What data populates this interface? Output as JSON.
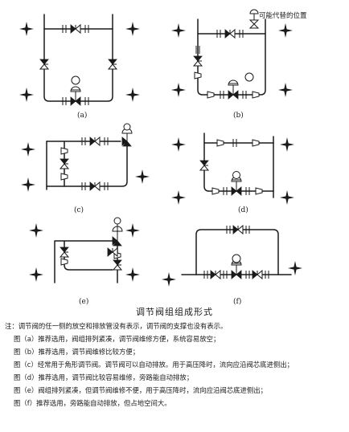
{
  "panels": [
    {
      "id": "a",
      "label": "(a)"
    },
    {
      "id": "b",
      "label": "(b)"
    },
    {
      "id": "c",
      "label": "(c)"
    },
    {
      "id": "d",
      "label": "(d)"
    },
    {
      "id": "e",
      "label": "(e)"
    },
    {
      "id": "f",
      "label": "(f)"
    }
  ],
  "annotation_b": "可能代替的位置",
  "figure_title": "调节阀组组成形式",
  "notes": {
    "intro": "注：调节阀的任一侧的放空和排放管没有表示，调节阀的支撑也没有表示。",
    "items": [
      "图（a）推荐选用，阀组排列紧凑，调节阀维修方便，系统容易放空；",
      "图（b）推荐选用，调节阀维修比较方便；",
      "图（c）经常用于角形调节阀。调节阀可以自动排放。用于高压降时，流向应沿阀芯底进侧出；",
      "图（d）推荐选用，调节阀比较容易维修，旁路能自动排放；",
      "图（e）阀组排列紧凑，但调节阀维修不便，用于高压降时，流向应沿阀芯底进侧出；",
      "图（f）推荐选用，旁路能自动排放，但占地空间大。"
    ]
  }
}
